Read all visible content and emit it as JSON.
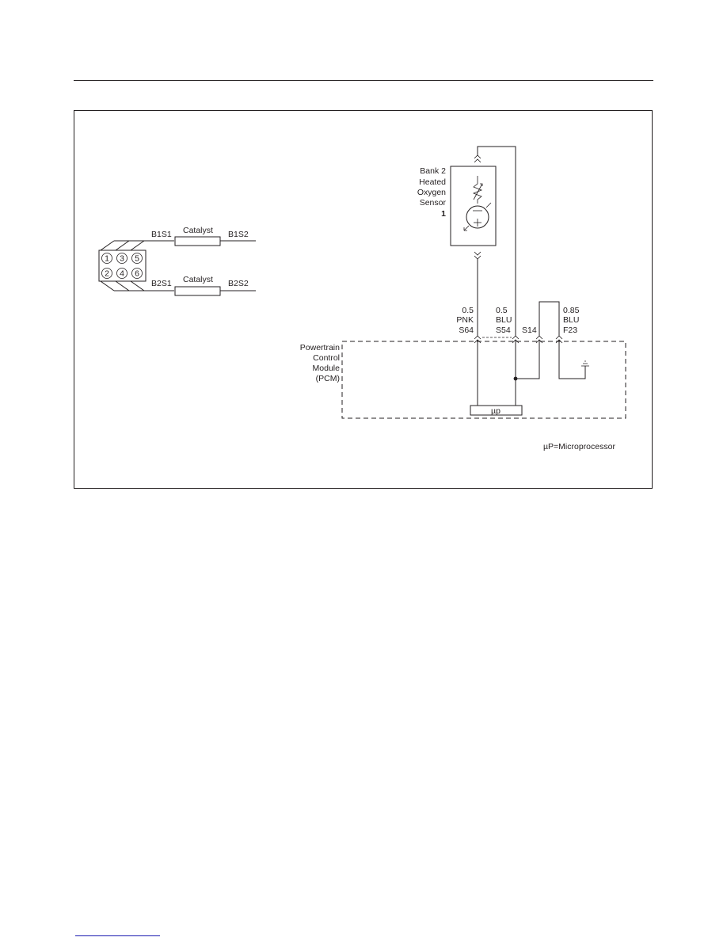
{
  "engine": {
    "cylinders": [
      "1",
      "3",
      "5",
      "2",
      "4",
      "6"
    ],
    "b1s1": "B1S1",
    "b1s2": "B1S2",
    "b2s1": "B2S1",
    "b2s2": "B2S2",
    "catalyst_top": "Catalyst",
    "catalyst_bottom": "Catalyst"
  },
  "sensor": {
    "lines": [
      "Bank 2",
      "Heated",
      "Oxygen",
      "Sensor",
      "1"
    ]
  },
  "wires": {
    "pnk": {
      "size": "0.5",
      "color": "PNK",
      "terminal": "S64"
    },
    "blu": {
      "size": "0.5",
      "color": "BLU",
      "terminal": "S54"
    },
    "s14": {
      "terminal": "S14"
    },
    "f23": {
      "size": "0.85",
      "color": "BLU",
      "terminal": "F23"
    }
  },
  "pcm": {
    "lines": [
      "Powertrain",
      "Control",
      "Module",
      "(PCM)"
    ],
    "chip_label": "µp"
  },
  "legend": "µP=Microprocessor"
}
